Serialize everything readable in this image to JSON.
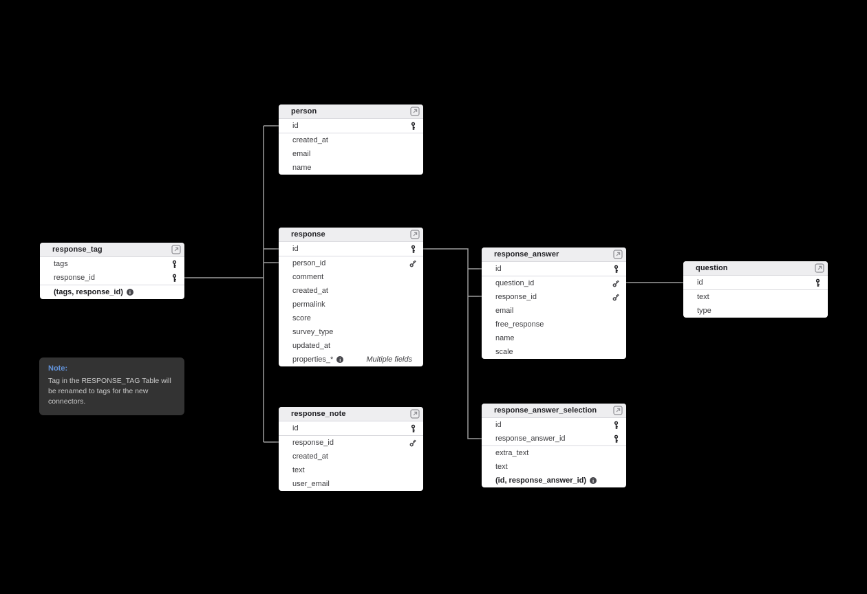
{
  "diagram": {
    "background": "#000000",
    "colors": {
      "card_bg": "#ffffff",
      "header_bg": "#eeeef0",
      "divider": "#d9d9de",
      "field_text": "#3d3d40",
      "connector": "#9e9e9e",
      "note_bg": "#333333",
      "note_title": "#6292d8",
      "note_text": "#c9c9c9"
    },
    "icons": {
      "primary_key": "key-icon",
      "foreign_key": "foreign-key-icon",
      "table_header_action": "external-link-icon",
      "field_details": "info-icon"
    },
    "note": {
      "title": "Note:",
      "body": "Tag in the RESPONSE_TAG Table will be renamed to tags for the new connectors."
    },
    "tables": {
      "person": {
        "name": "person",
        "fields": [
          {
            "name": "id",
            "key": "primary"
          },
          {
            "name": "created_at"
          },
          {
            "name": "email"
          },
          {
            "name": "name"
          }
        ]
      },
      "response": {
        "name": "response",
        "fields": [
          {
            "name": "id",
            "key": "primary"
          },
          {
            "name": "person_id",
            "key": "foreign"
          },
          {
            "name": "comment"
          },
          {
            "name": "created_at"
          },
          {
            "name": "permalink"
          },
          {
            "name": "score"
          },
          {
            "name": "survey_type"
          },
          {
            "name": "updated_at"
          },
          {
            "name": "properties_*",
            "info": true,
            "annotation": "Multiple fields"
          }
        ]
      },
      "response_tag": {
        "name": "response_tag",
        "fields": [
          {
            "name": "tags",
            "key": "primary"
          },
          {
            "name": "response_id",
            "key": "primary"
          },
          {
            "name": "(tags, response_id)",
            "composite": true,
            "info": true
          }
        ]
      },
      "response_note": {
        "name": "response_note",
        "fields": [
          {
            "name": "id",
            "key": "primary"
          },
          {
            "name": "response_id",
            "key": "foreign"
          },
          {
            "name": "created_at"
          },
          {
            "name": "text"
          },
          {
            "name": "user_email"
          }
        ]
      },
      "response_answer": {
        "name": "response_answer",
        "fields": [
          {
            "name": "id",
            "key": "primary"
          },
          {
            "name": "question_id",
            "key": "foreign"
          },
          {
            "name": "response_id",
            "key": "foreign"
          },
          {
            "name": "email"
          },
          {
            "name": "free_response"
          },
          {
            "name": "name"
          },
          {
            "name": "scale"
          }
        ]
      },
      "response_answer_selection": {
        "name": "response_answer_selection",
        "fields": [
          {
            "name": "id",
            "key": "primary"
          },
          {
            "name": "response_answer_id",
            "key": "primary"
          },
          {
            "name": "extra_text"
          },
          {
            "name": "text"
          },
          {
            "name": "(id, response_answer_id)",
            "composite": true,
            "info": true
          }
        ]
      },
      "question": {
        "name": "question",
        "fields": [
          {
            "name": "id",
            "key": "primary"
          },
          {
            "name": "text"
          },
          {
            "name": "type"
          }
        ]
      }
    },
    "relationships": [
      {
        "from": "response.person_id",
        "to": "person.id"
      },
      {
        "from": "response_tag.response_id",
        "to": "response.id"
      },
      {
        "from": "response_note.response_id",
        "to": "response.id"
      },
      {
        "from": "response_answer.response_id",
        "to": "response.id"
      },
      {
        "from": "response_answer.question_id",
        "to": "question.id"
      },
      {
        "from": "response_answer_selection.response_answer_id",
        "to": "response_answer.id"
      }
    ]
  }
}
